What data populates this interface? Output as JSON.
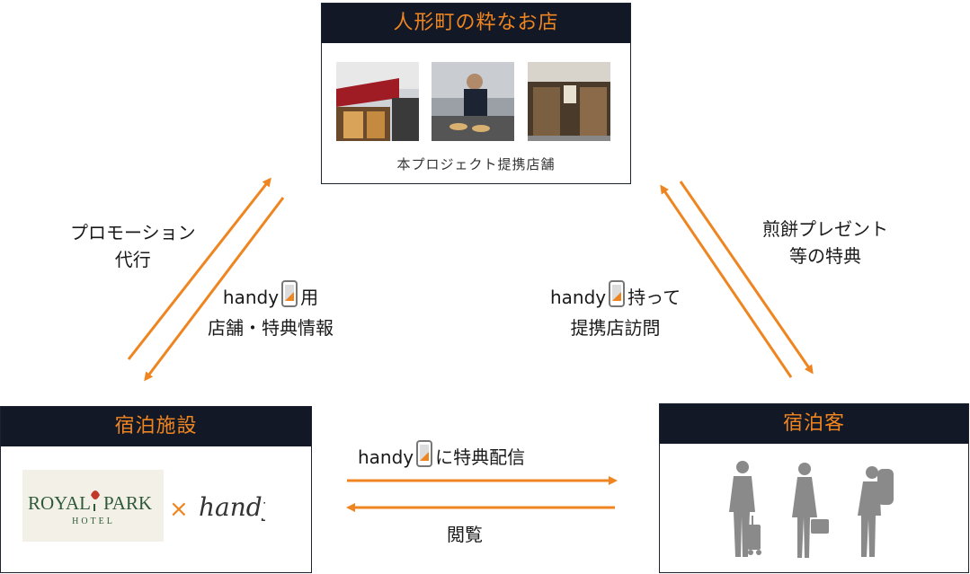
{
  "colors": {
    "accent": "#ef8520",
    "header_bg": "#121826",
    "silhouette": "#8a8a8a"
  },
  "store": {
    "title": "人形町の粋なお店",
    "caption": "本プロジェクト提携店舗"
  },
  "hotel": {
    "title": "宿泊施設",
    "logo_main_left": "ROYAL",
    "logo_main_right": "PARK",
    "logo_sub": "HOTEL",
    "times": "×",
    "handy_logo": "handy."
  },
  "guest": {
    "title": "宿泊客"
  },
  "labels": {
    "promo_line1": "プロモーション",
    "promo_line2": "代行",
    "handy_prefix": "handy",
    "hotel_info_suffix": "用",
    "hotel_info_line2": "店舗・特典情報",
    "visit_suffix": "持って",
    "visit_line2": "提携店訪問",
    "gift_line1": "煎餅プレゼント",
    "gift_line2": "等の特典",
    "distribute_suffix": "に特典配信",
    "browse": "閲覧"
  },
  "icons": [
    "smartphone-icon",
    "storefront-photo",
    "cook-photo",
    "shop-interior-photo",
    "business-traveler-icon",
    "woman-traveler-icon",
    "backpacker-icon"
  ]
}
